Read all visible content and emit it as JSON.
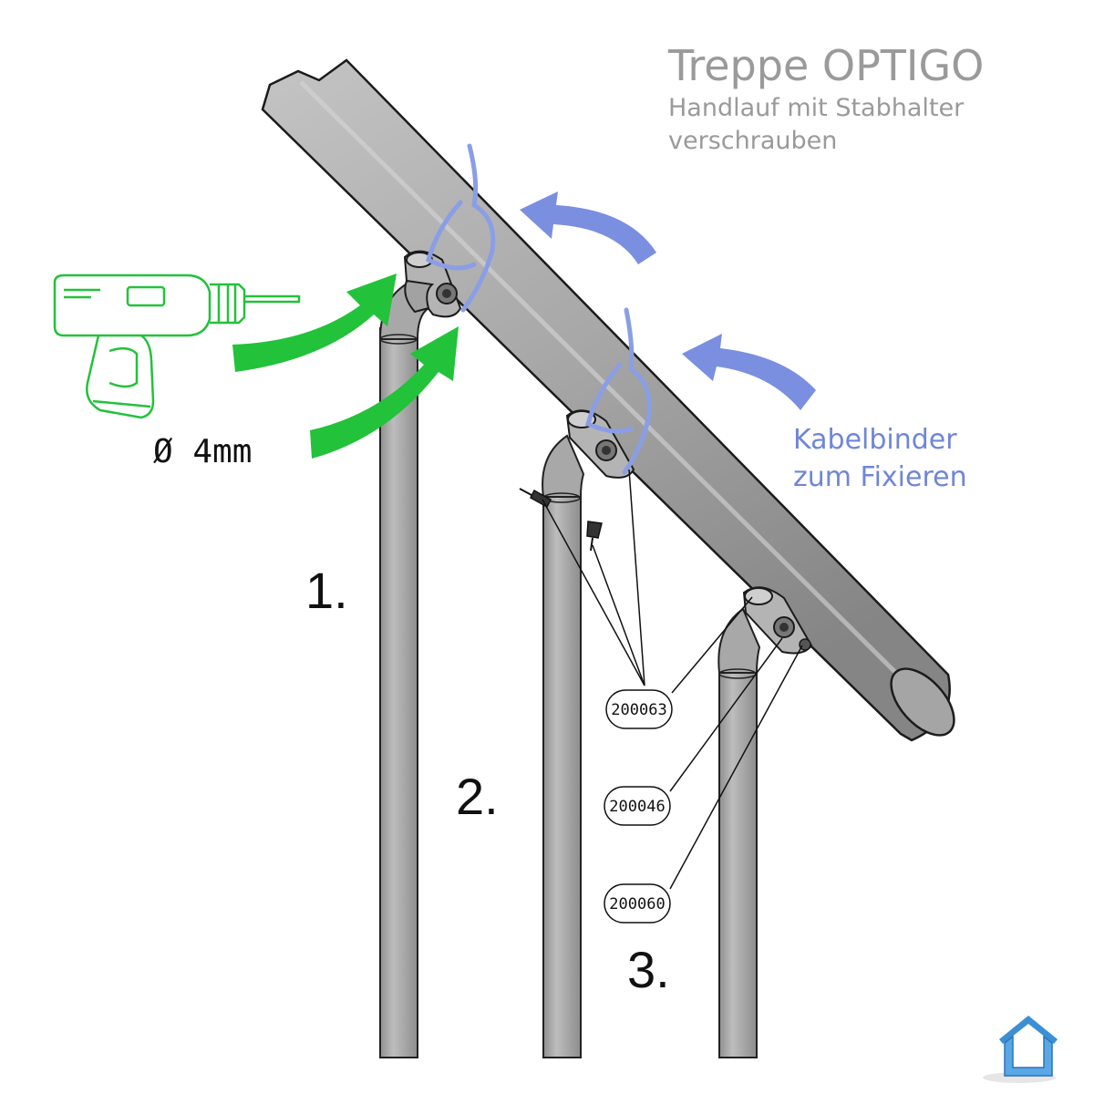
{
  "title": "Treppe OPTIGO",
  "subtitle_line1": "Handlauf mit Stabhalter",
  "subtitle_line2": "verschrauben",
  "drill": {
    "icon": "drill-icon",
    "label": "Ø 4mm",
    "color": "#22c23a"
  },
  "cable_tie_note_line1": "Kabelbinder",
  "cable_tie_note_line2": "zum Fixieren",
  "steps": [
    "1.",
    "2.",
    "3."
  ],
  "parts": [
    "200063",
    "200046",
    "200060"
  ],
  "colors": {
    "tube": "#a9a9a9",
    "tube_dark": "#8a8a8a",
    "green_arrow": "#22c23a",
    "blue_arrow": "#7a8fe0",
    "cable_tie": "#8a9ee6",
    "logo": "#3b8fd4"
  },
  "logo": {
    "icon": "house-logo-icon"
  }
}
